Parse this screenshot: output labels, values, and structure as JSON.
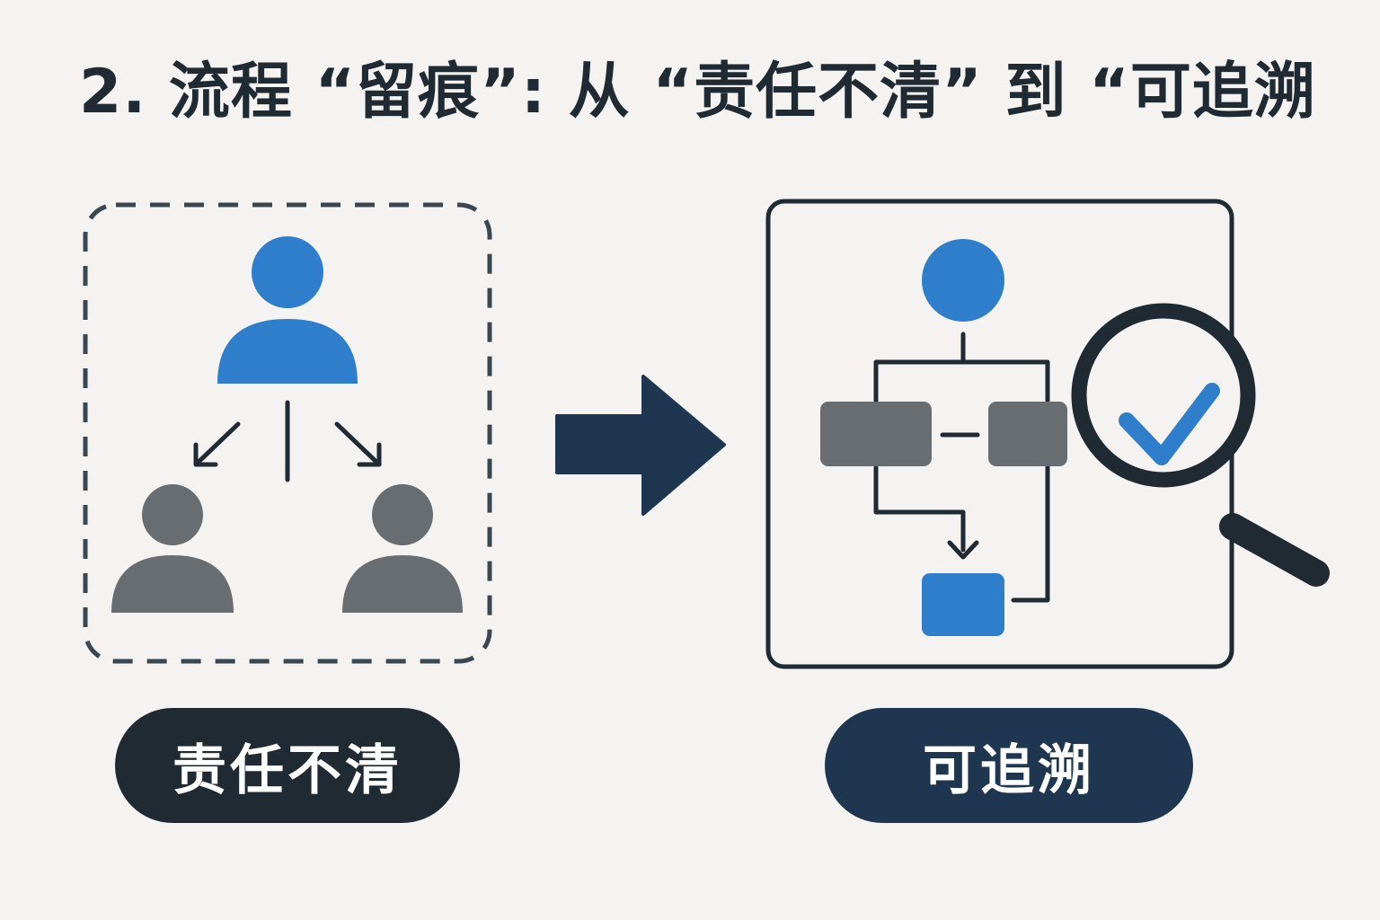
{
  "title": "2. 流程 “留痕”: 从 “责任不清” 到 “可追溯",
  "left_panel": {
    "label": "责任不清",
    "icons": [
      "person-icon",
      "arrow-down-left-icon",
      "arrow-down-right-icon"
    ]
  },
  "right_panel": {
    "label": "可追溯",
    "icons": [
      "person-icon",
      "flowchart-icon",
      "magnifier-icon",
      "checkmark-icon"
    ]
  },
  "colors": {
    "background": "#f4f3f1",
    "accent_blue": "#2e7ecb",
    "dark_navy": "#1e3650",
    "dark_text": "#1f2a33",
    "gray": "#686d71"
  }
}
